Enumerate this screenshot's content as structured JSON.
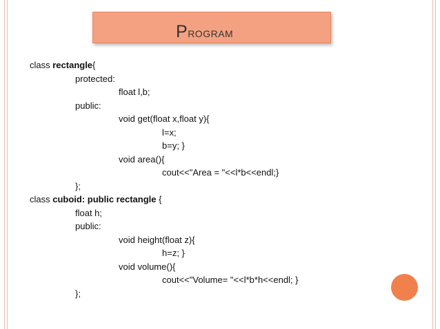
{
  "slide": {
    "title": "Program",
    "code_lines": [
      {
        "indent": 0,
        "text": "class ",
        "bold": "rectangle",
        "rest": "{"
      },
      {
        "indent": 1,
        "text": "protected:",
        "bold": "",
        "rest": ""
      },
      {
        "indent": 2,
        "text": "float l,b;",
        "bold": "",
        "rest": ""
      },
      {
        "indent": 1,
        "text": "public:",
        "bold": "",
        "rest": ""
      },
      {
        "indent": 2,
        "text": "void get(float x,float y){",
        "bold": "",
        "rest": ""
      },
      {
        "indent": 3,
        "text": "l=x;",
        "bold": "",
        "rest": ""
      },
      {
        "indent": 3,
        "text": "b=y; }",
        "bold": "",
        "rest": ""
      },
      {
        "indent": 2,
        "text": "void area(){",
        "bold": "",
        "rest": ""
      },
      {
        "indent": 3,
        "text": "cout<<\"Area = \"<<l*b<<endl;}",
        "bold": "",
        "rest": ""
      },
      {
        "indent": 1,
        "text": "};",
        "bold": "",
        "rest": ""
      },
      {
        "indent": 0,
        "text": "class ",
        "bold": "cuboid: public rectangle",
        "rest": " {"
      },
      {
        "indent": 1,
        "text": "float h;",
        "bold": "",
        "rest": ""
      },
      {
        "indent": 1,
        "text": "public:",
        "bold": "",
        "rest": ""
      },
      {
        "indent": 2,
        "text": "void height(float z){",
        "bold": "",
        "rest": ""
      },
      {
        "indent": 3,
        "text": "h=z; }",
        "bold": "",
        "rest": ""
      },
      {
        "indent": 2,
        "text": "void volume(){",
        "bold": "",
        "rest": ""
      },
      {
        "indent": 3,
        "text": "cout<<\"Volume= \"<<l*b*h<<endl; }",
        "bold": "",
        "rest": ""
      },
      {
        "indent": 1,
        "text": "};",
        "bold": "",
        "rest": ""
      }
    ]
  },
  "colors": {
    "title_fill": "#f4a182",
    "accent_dot": "#f0814c",
    "border_lines": "#e7b9a9"
  }
}
